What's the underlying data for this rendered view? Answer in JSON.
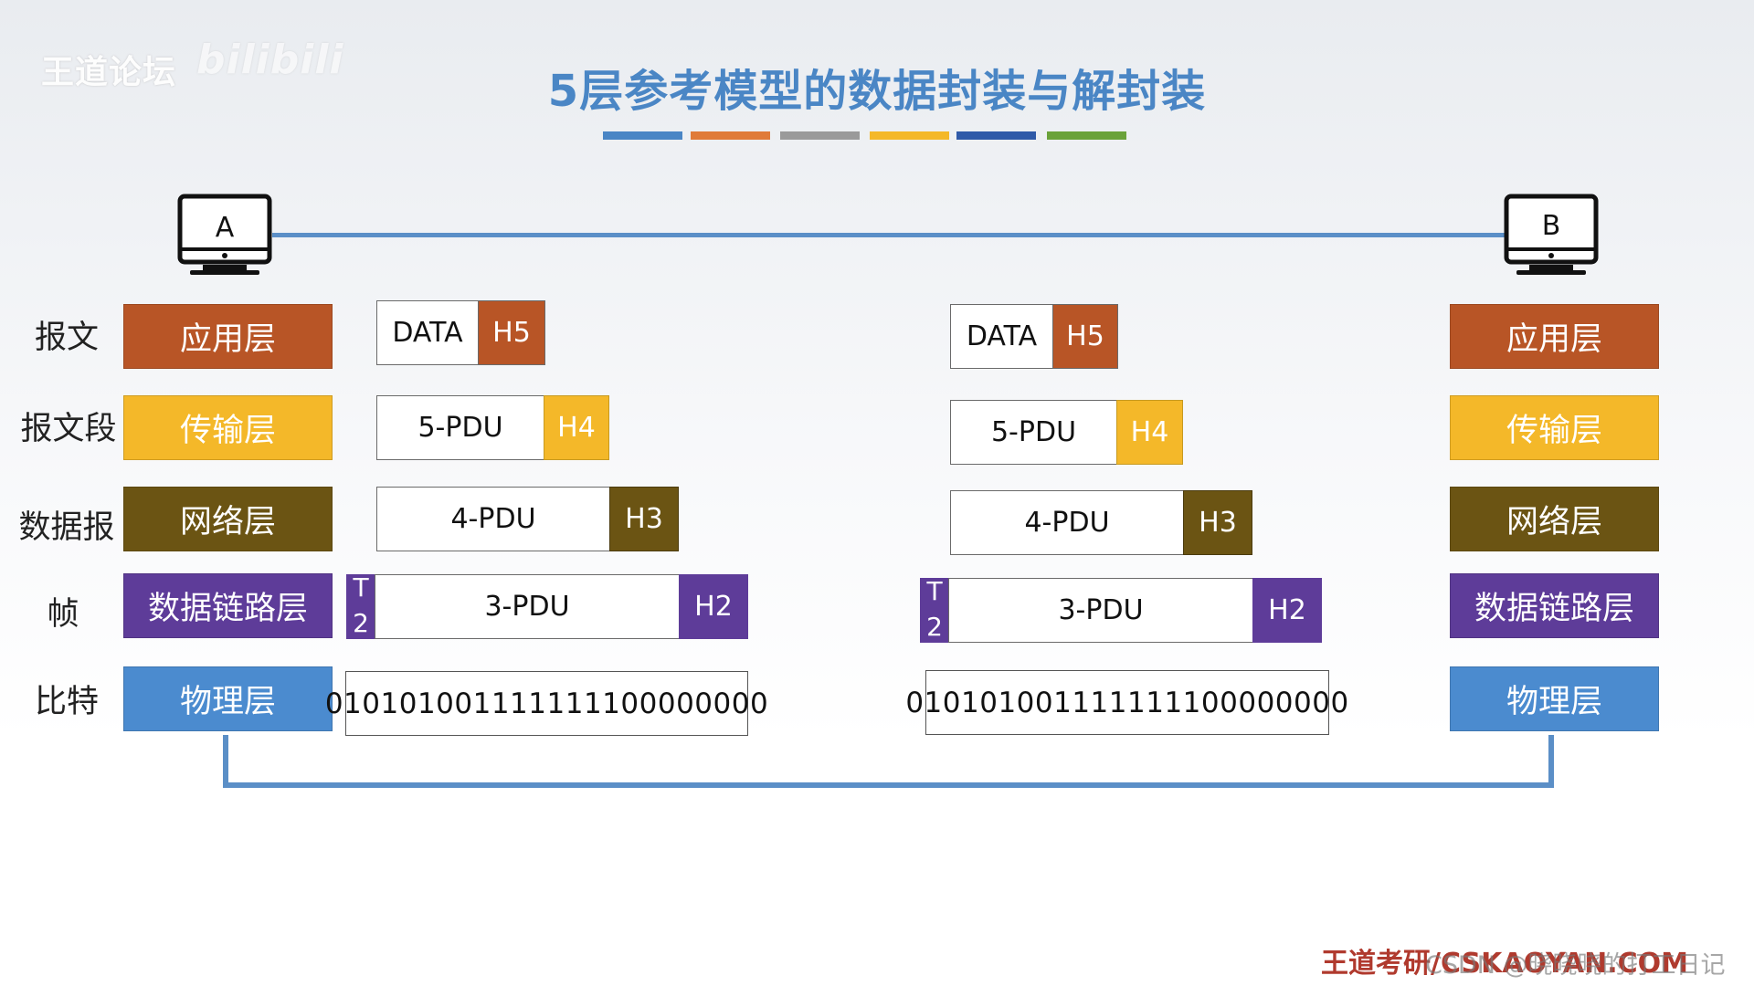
{
  "watermark": {
    "left": "王道论坛",
    "right": "bilibili"
  },
  "title": "5层参考模型的数据封装与解封装",
  "colors": {
    "application": "#b85526",
    "transport": "#f4b829",
    "network": "#6b5413",
    "datalink": "#5e3c99",
    "physical": "#4b8bcf",
    "line": "#5b8fc7",
    "title": "#4a86c5",
    "title_bars": [
      "#4a86c5",
      "#e07b39",
      "#9a9a9a",
      "#f4b829",
      "#2f5aa8",
      "#6aa23a"
    ]
  },
  "hosts": {
    "left": "A",
    "right": "B"
  },
  "side_labels": [
    "报文",
    "报文段",
    "数据报",
    "帧",
    "比特"
  ],
  "layers": [
    "应用层",
    "传输层",
    "网络层",
    "数据链路层",
    "物理层"
  ],
  "sender": {
    "app": {
      "data": "DATA",
      "header": "H5"
    },
    "transport": {
      "data": "5-PDU",
      "header": "H4"
    },
    "network": {
      "data": "4-PDU",
      "header": "H3"
    },
    "datalink": {
      "trailer_top": "T",
      "trailer_bottom": "2",
      "data": "3-PDU",
      "header": "H2"
    },
    "physical": {
      "bits": "010101001111111100000000"
    }
  },
  "receiver": {
    "app": {
      "data": "DATA",
      "header": "H5"
    },
    "transport": {
      "data": "5-PDU",
      "header": "H4"
    },
    "network": {
      "data": "4-PDU",
      "header": "H3"
    },
    "datalink": {
      "trailer_top": "T",
      "trailer_bottom": "2",
      "data": "3-PDU",
      "header": "H2"
    },
    "physical": {
      "bits": "010101001111111100000000"
    }
  },
  "footer": {
    "brand": "王道考研/CSKAOYAN.COM",
    "watermark": "CSDN @晓晓晓的打工日记"
  }
}
